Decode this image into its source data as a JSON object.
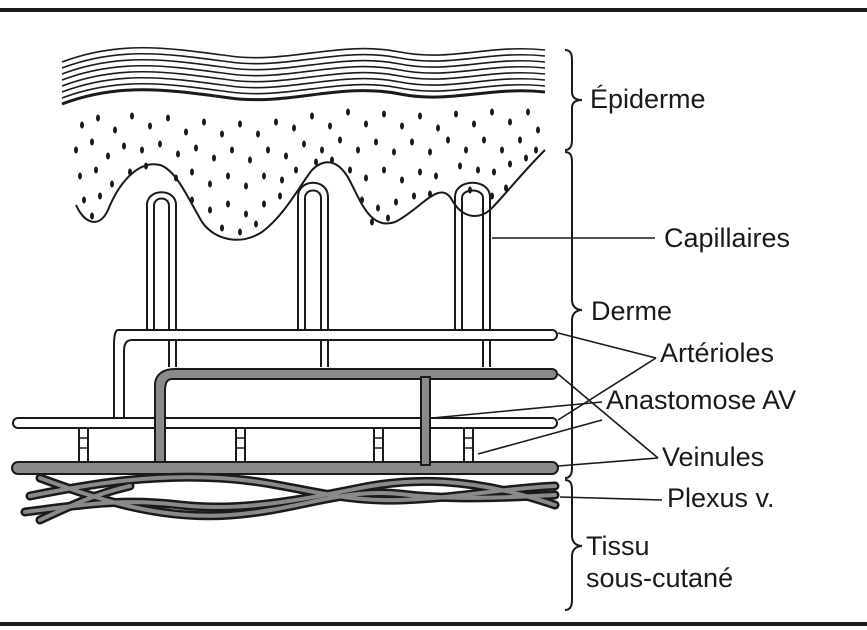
{
  "labels": {
    "epiderme": "Épiderme",
    "capillaires": "Capillaires",
    "derme": "Derme",
    "arterioles": "Artérioles",
    "anastomose": "Anastomose AV",
    "veinules": "Veinules",
    "plexus": "Plexus v.",
    "tissu_line1": "Tissu",
    "tissu_line2": "sous-cutané"
  },
  "colors": {
    "ink": "#1a1a1a",
    "background": "#ffffff",
    "vein_fill": "#8a8a8a",
    "artery_fill": "#ffffff"
  }
}
